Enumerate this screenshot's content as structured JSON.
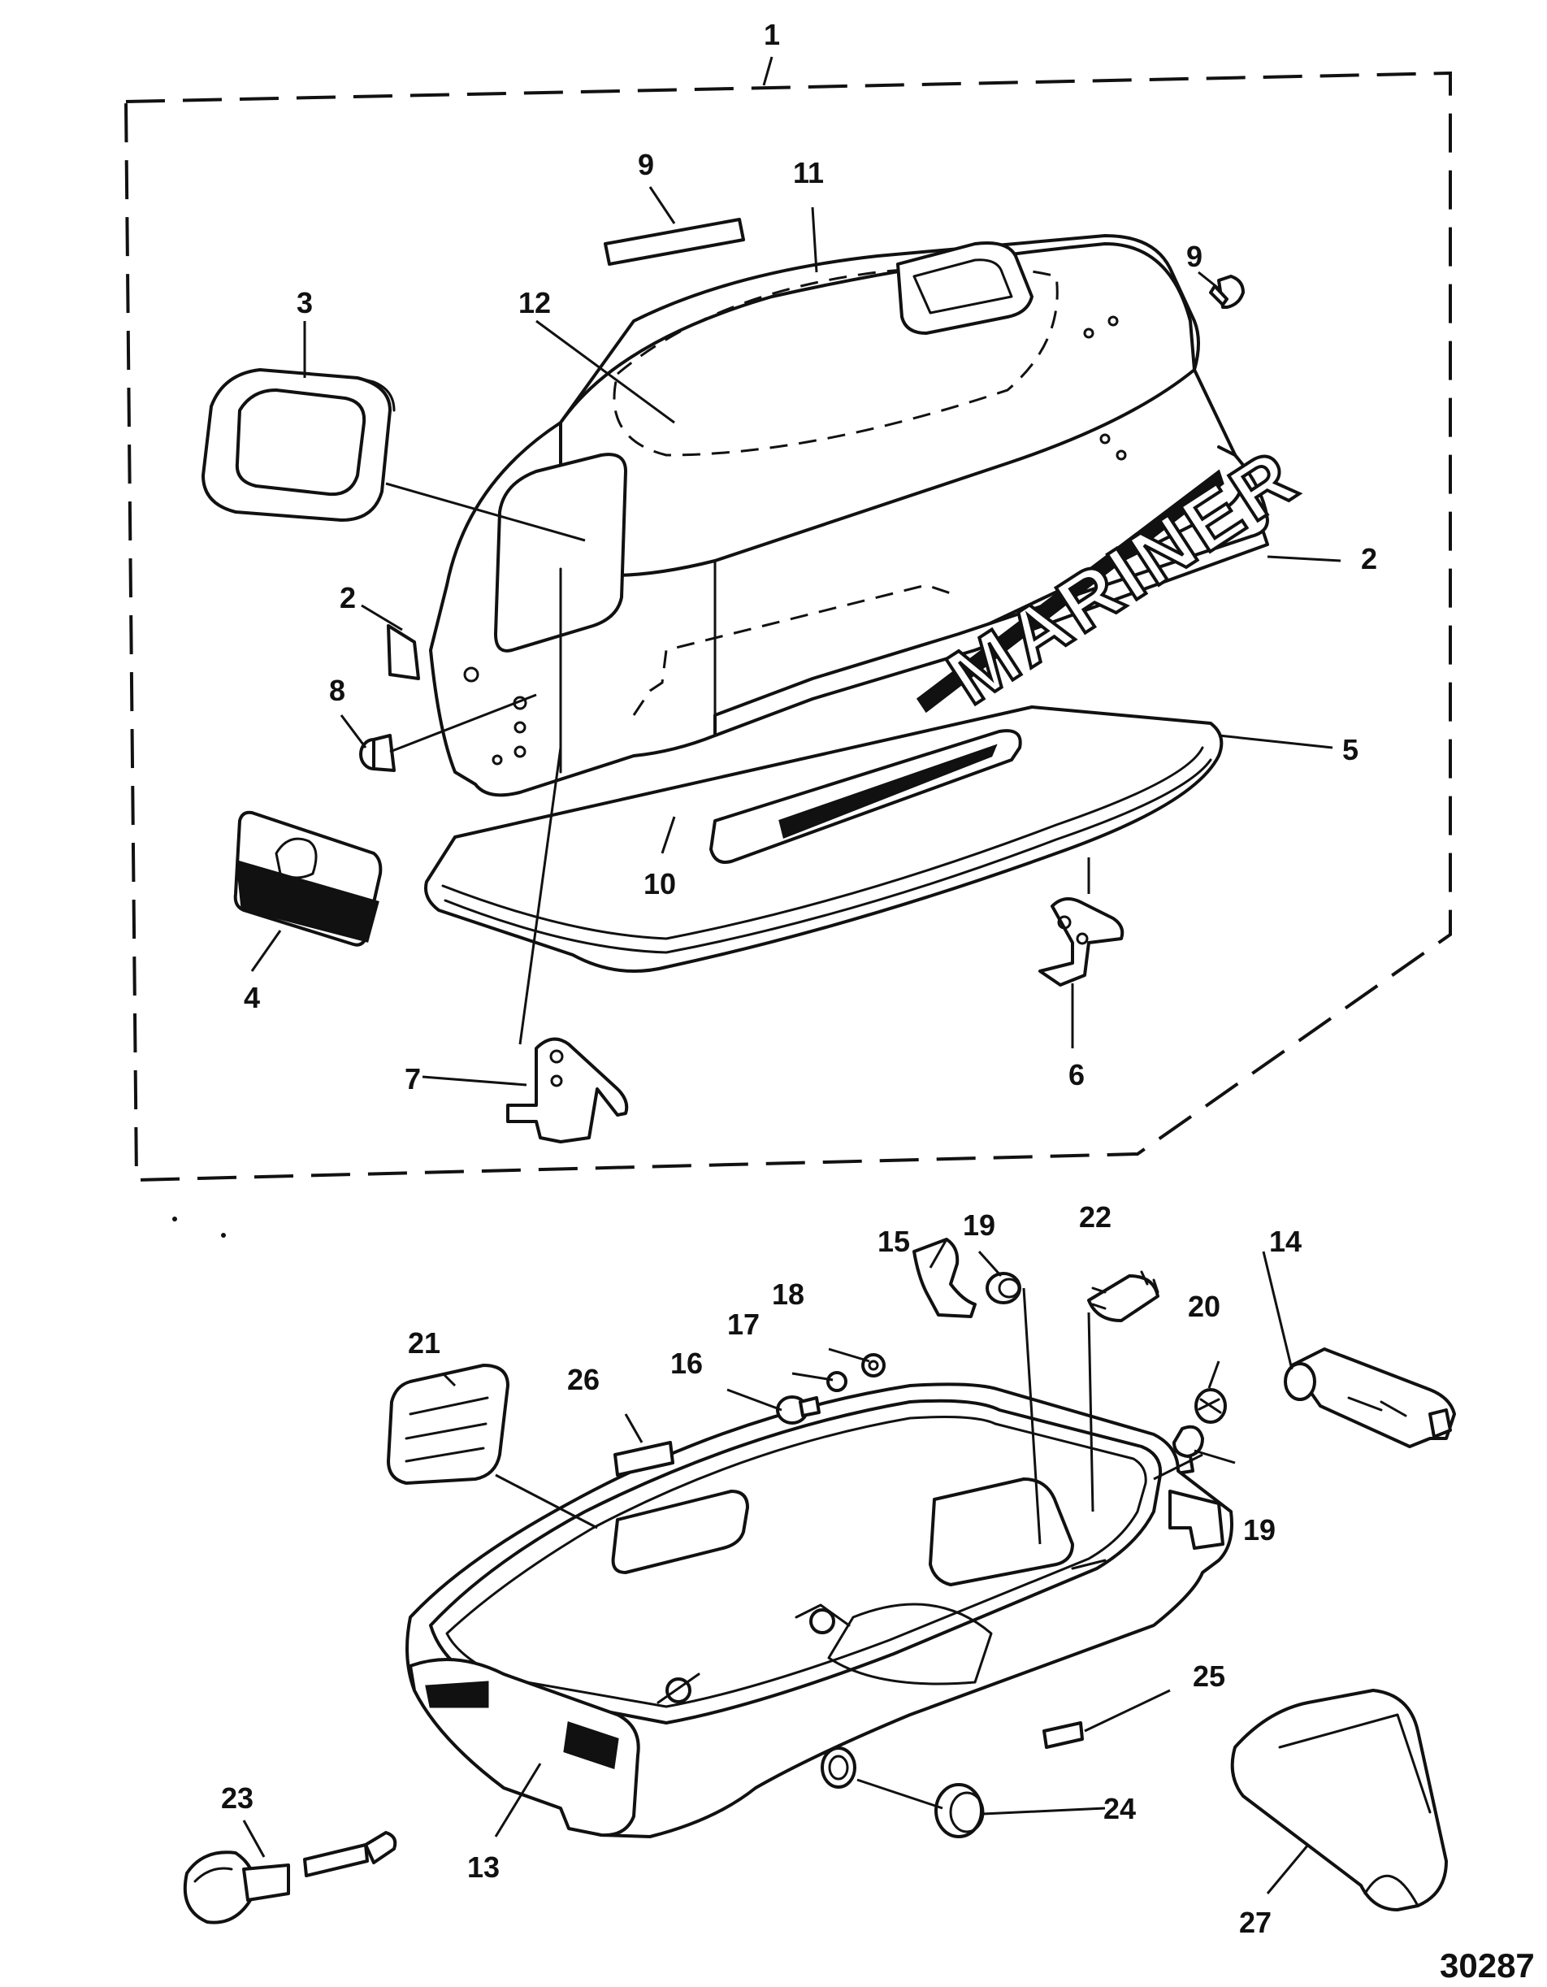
{
  "diagram": {
    "brand_text": "MARINER",
    "figure_number": "30287",
    "callouts": [
      {
        "id": "c1",
        "label": "1"
      },
      {
        "id": "c2a",
        "label": "2"
      },
      {
        "id": "c2b",
        "label": "2"
      },
      {
        "id": "c3",
        "label": "3"
      },
      {
        "id": "c4",
        "label": "4"
      },
      {
        "id": "c5",
        "label": "5"
      },
      {
        "id": "c6",
        "label": "6"
      },
      {
        "id": "c7",
        "label": "7"
      },
      {
        "id": "c8",
        "label": "8"
      },
      {
        "id": "c9a",
        "label": "9"
      },
      {
        "id": "c9b",
        "label": "9"
      },
      {
        "id": "c10",
        "label": "10"
      },
      {
        "id": "c11",
        "label": "11"
      },
      {
        "id": "c12",
        "label": "12"
      },
      {
        "id": "c13",
        "label": "13"
      },
      {
        "id": "c14",
        "label": "14"
      },
      {
        "id": "c15",
        "label": "15"
      },
      {
        "id": "c16",
        "label": "16"
      },
      {
        "id": "c17",
        "label": "17"
      },
      {
        "id": "c18",
        "label": "18"
      },
      {
        "id": "c19a",
        "label": "19"
      },
      {
        "id": "c19b",
        "label": "19"
      },
      {
        "id": "c20",
        "label": "20"
      },
      {
        "id": "c21",
        "label": "21"
      },
      {
        "id": "c22",
        "label": "22"
      },
      {
        "id": "c23",
        "label": "23"
      },
      {
        "id": "c24",
        "label": "24"
      },
      {
        "id": "c25",
        "label": "25"
      },
      {
        "id": "c26",
        "label": "26"
      },
      {
        "id": "c27",
        "label": "27"
      }
    ]
  }
}
